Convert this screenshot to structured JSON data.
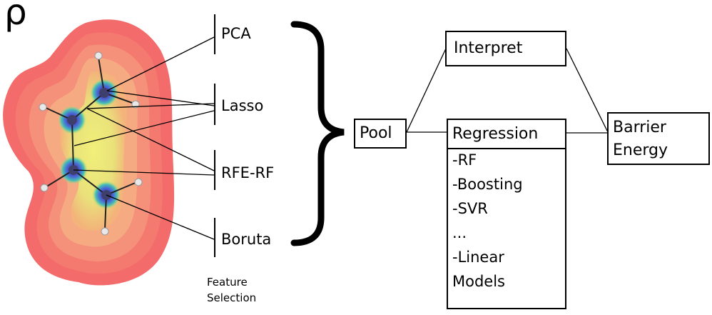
{
  "density_symbol": "ρ",
  "methods": [
    "PCA",
    "Lasso",
    "RFE-RF",
    "Boruta"
  ],
  "caption_line1": "Feature",
  "caption_line2": "Selection",
  "pool_label": "Pool",
  "interpret_label": "Interpret",
  "regression_label": "Regression",
  "regression_models": [
    "-RF",
    "-Boosting",
    "-SVR",
    "...",
    "-Linear",
    "Models"
  ],
  "barrier_line1": "Barrier",
  "barrier_line2": "Energy",
  "colors": {
    "outer": "#f36b6b",
    "inner": "#f5e66b",
    "core": "#4fb8c2",
    "atom": "#3f3f6e",
    "hydrogen": "#e8e8e8"
  }
}
